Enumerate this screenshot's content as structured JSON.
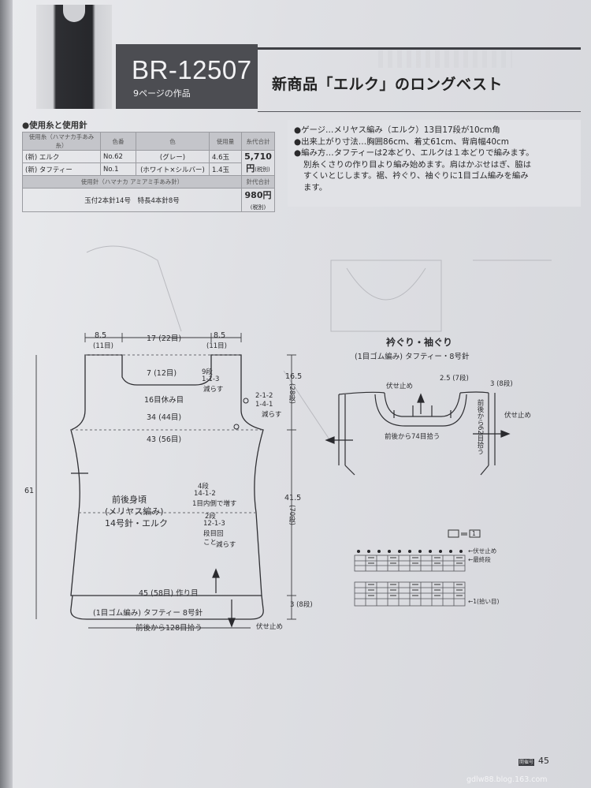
{
  "header": {
    "code": "BR-12507",
    "ref": "9ページの作品",
    "title": "新商品「エルク」のロングベスト"
  },
  "yarn": {
    "heading": "●使用糸と使用針",
    "col_yarn": "使用糸（ハマナカ手あみ糸）",
    "col_no": "色番",
    "col_color": "色",
    "col_qty": "使用量",
    "col_total": "糸代合計",
    "rows": [
      {
        "name": "(新) エルク",
        "no": "No.62",
        "color": "(グレー)",
        "qty": "4.6玉"
      },
      {
        "name": "(新) タフティー",
        "no": "No.1",
        "color": "(ホワイト×シルバー)",
        "qty": "1.4玉"
      }
    ],
    "yarn_total": "5,710円",
    "tax_note": "(税別)",
    "needle_band": "使用針（ハマナカ アミアミ手あみ針）",
    "needle_total_label": "針代合計",
    "needles": "玉付2本針14号　特長4本針8号",
    "needle_total": "980円",
    "needle_tax": "(税別)"
  },
  "spec": {
    "gauge": "●ゲージ…メリヤス編み（エルク）13目17段が10cm角",
    "size": "●出来上がり寸法…胸囲86cm、着丈61cm、背肩幅40cm",
    "method1": "●編み方…タフティーは2本どり、エルクは１本どりで編みます。",
    "method2": "別糸くさりの作り目より編み始めます。肩はかぶせはぎ、脇は",
    "method3": "すくいとじします。裾、衿ぐり、袖ぐりに1目ゴム編みを編み",
    "method4": "ます。"
  },
  "body_chart": {
    "top_left": "8.5",
    "top_left_st": "(11目)",
    "top_mid": "17 (22目)",
    "top_right": "8.5",
    "top_right_st": "(11目)",
    "neck_w": "7 (12目)",
    "neck_dec1": "9段",
    "neck_dec2": "1-1-3",
    "neck_dec3": "減らす",
    "neck_bind": "16目休み目",
    "armhole_h": "16.5",
    "armhole_rows": "(28段)",
    "arm_dec1": "2-1-2",
    "arm_dec2": "1-4-1",
    "arm_dec3": "減らす",
    "shoulder_w": "34 (44目)",
    "chest_w": "43 (56目)",
    "total_h": "61",
    "panel_title": "前後身頃",
    "panel_stitch": "(メリヤス編み)",
    "panel_needle": "14号針・エルク",
    "inc1": "4段",
    "inc2": "14-1-2",
    "inc3": "1目内側で増す",
    "dec1": "2段",
    "dec2": "12-1-3",
    "dec3": "段目回",
    "dec4": "こと",
    "dec5": "減らす",
    "body_h": "41.5",
    "body_rows": "(70段)",
    "hem_w": "45 (58目) 作り目",
    "rib_label": "(1目ゴム編み) タフティー 8号針",
    "rib_h": "3 (8段)",
    "pickup": "前後から128目拾う",
    "bindoff": "伏せ止め"
  },
  "trim_chart": {
    "title": "衿ぐり・袖ぐり",
    "subtitle": "(1目ゴム編み) タフティー・8号針",
    "bindoff_a": "伏せ止め",
    "neck_rows": "2.5 (7段)",
    "arm_rows": "3 (8段)",
    "neck_pickup": "前後から74目拾う",
    "arm_pickup": "前後から62目拾う",
    "bindoff_b": "伏せ止め"
  },
  "legend": {
    "key_right": "1",
    "bindoff": "←伏せ止め",
    "last_row": "←最終段",
    "pickup_row": "←1(拾い目)",
    "rib_mark": "―"
  },
  "footer": {
    "badge": "開催号",
    "page": "45",
    "blog": "gdlw88.blog.163.com"
  }
}
